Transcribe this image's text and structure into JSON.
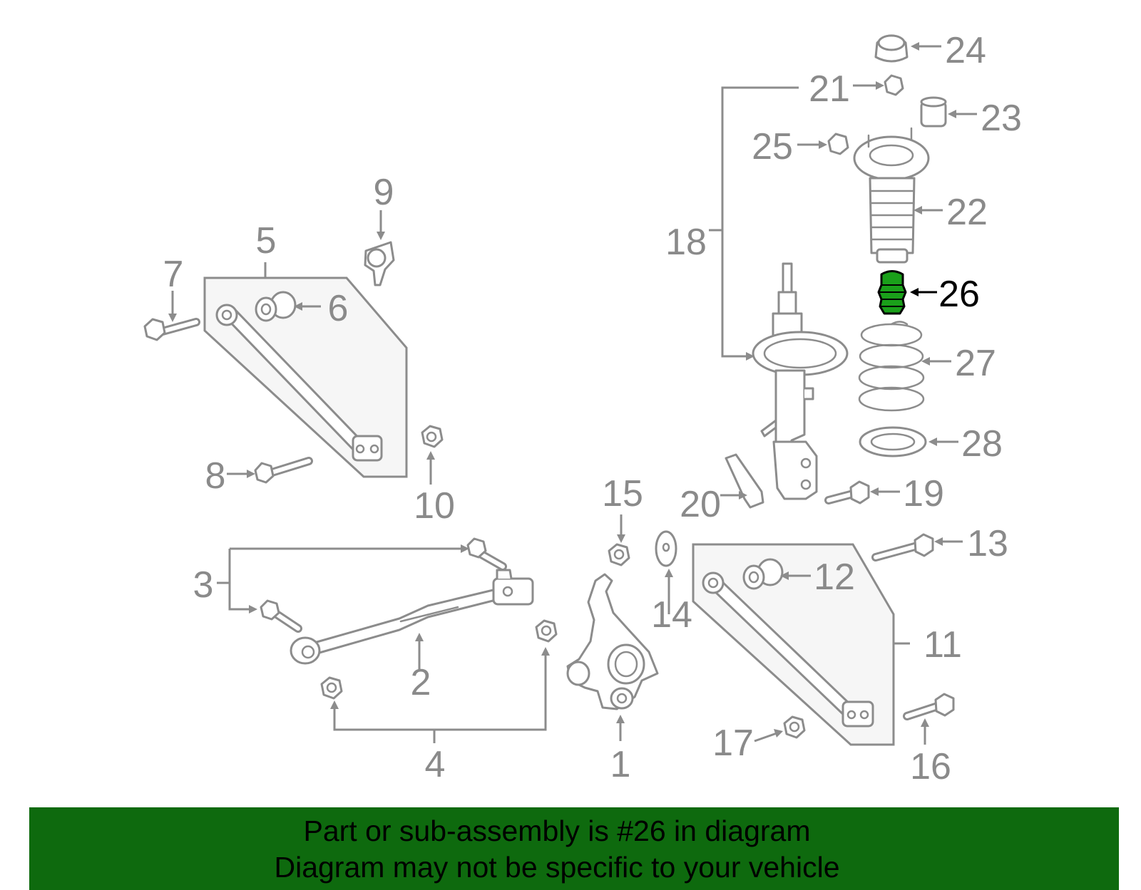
{
  "callouts": [
    {
      "id": "1",
      "label": "1"
    },
    {
      "id": "2",
      "label": "2"
    },
    {
      "id": "3",
      "label": "3"
    },
    {
      "id": "4",
      "label": "4"
    },
    {
      "id": "5",
      "label": "5"
    },
    {
      "id": "6",
      "label": "6"
    },
    {
      "id": "7",
      "label": "7"
    },
    {
      "id": "8",
      "label": "8"
    },
    {
      "id": "9",
      "label": "9"
    },
    {
      "id": "10",
      "label": "10"
    },
    {
      "id": "11",
      "label": "11"
    },
    {
      "id": "12",
      "label": "12"
    },
    {
      "id": "13",
      "label": "13"
    },
    {
      "id": "14",
      "label": "14"
    },
    {
      "id": "15",
      "label": "15"
    },
    {
      "id": "16",
      "label": "16"
    },
    {
      "id": "17",
      "label": "17"
    },
    {
      "id": "18",
      "label": "18"
    },
    {
      "id": "19",
      "label": "19"
    },
    {
      "id": "20",
      "label": "20"
    },
    {
      "id": "21",
      "label": "21"
    },
    {
      "id": "22",
      "label": "22"
    },
    {
      "id": "23",
      "label": "23"
    },
    {
      "id": "24",
      "label": "24"
    },
    {
      "id": "25",
      "label": "25"
    },
    {
      "id": "26",
      "label": "26"
    },
    {
      "id": "27",
      "label": "27"
    },
    {
      "id": "28",
      "label": "28"
    }
  ],
  "highlighted_part": "26",
  "colors": {
    "highlight": "#1aa01a",
    "banner": "#0e6a0e",
    "line": "#8c8c8c"
  },
  "banner": {
    "line1": "Part or sub-assembly is #26 in diagram",
    "line2": "Diagram may not be specific to your vehicle"
  }
}
